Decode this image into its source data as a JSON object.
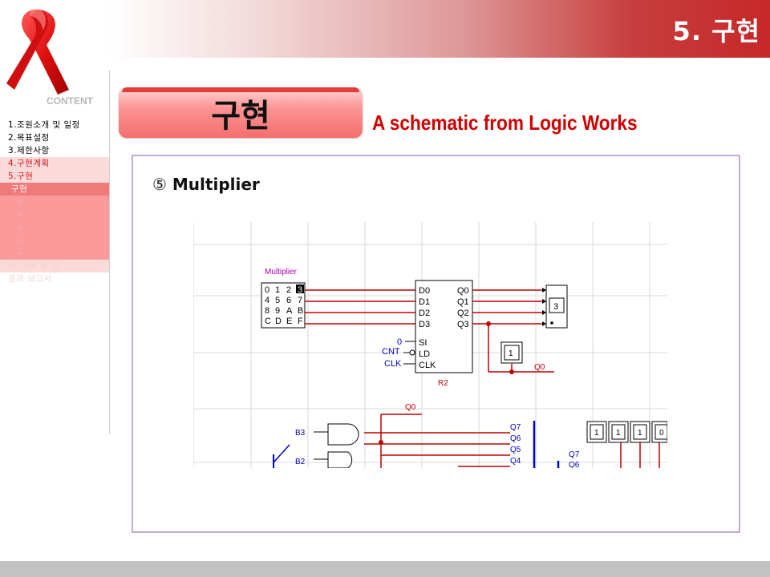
{
  "header": {
    "slide_number": "5. 구현"
  },
  "sidebar": {
    "content_label": "CONTENT",
    "items": [
      {
        "label": "1.조원소개  및 일정",
        "style": "normal"
      },
      {
        "label": "2.목표설정",
        "style": "normal"
      },
      {
        "label": "3.제한사항",
        "style": "normal"
      },
      {
        "label": "4.구현계획",
        "style": "hl"
      },
      {
        "label": "5.구현",
        "style": "hl"
      },
      {
        "label": "구현",
        "style": "cur"
      },
      {
        "label": "-",
        "style": "sub"
      },
      {
        "label": "-",
        "style": "sub"
      },
      {
        "label": "-",
        "style": "sub"
      },
      {
        "label": "-",
        "style": "sub"
      },
      {
        "label": "-",
        "style": "sub"
      },
      {
        "label": "6.Q&A 및 결",
        "style": "after"
      },
      {
        "label": "결과 보고서",
        "style": "after2"
      }
    ]
  },
  "main": {
    "title": "구현",
    "subtitle": "A schematic from Logic Works",
    "heading_num": "⑤",
    "heading": "Multiplier"
  },
  "schematic": {
    "label": "Multiplier",
    "keypad_rows": [
      [
        "0",
        "1",
        "2",
        "3"
      ],
      [
        "4",
        "5",
        "6",
        "7"
      ],
      [
        "8",
        "9",
        "A",
        "B"
      ],
      [
        "C",
        "D",
        "E",
        "F"
      ]
    ],
    "register_inputs": [
      "D0",
      "D1",
      "D2",
      "D3"
    ],
    "register_outputs": [
      "Q0",
      "Q1",
      "Q2",
      "Q3"
    ],
    "register_controls": [
      "SI",
      "LD",
      "CLK"
    ],
    "control_inputs": [
      "0",
      "CNT",
      "CLK"
    ],
    "register_name": "R2",
    "hex_display": "3",
    "probe_value": "1",
    "q0_label": "Q0",
    "q0_label_top": "Q0",
    "gate_labels": [
      "B3",
      "B2"
    ],
    "bus_labels": [
      "Q7",
      "Q6",
      "Q5",
      "Q4"
    ],
    "bus_labels_right": [
      "Q7",
      "Q6"
    ],
    "probe_row": [
      "1",
      "1",
      "1",
      "0"
    ],
    "colors": {
      "wire": "#c00000",
      "text": "#0000c8",
      "label": "#b000b0"
    }
  }
}
